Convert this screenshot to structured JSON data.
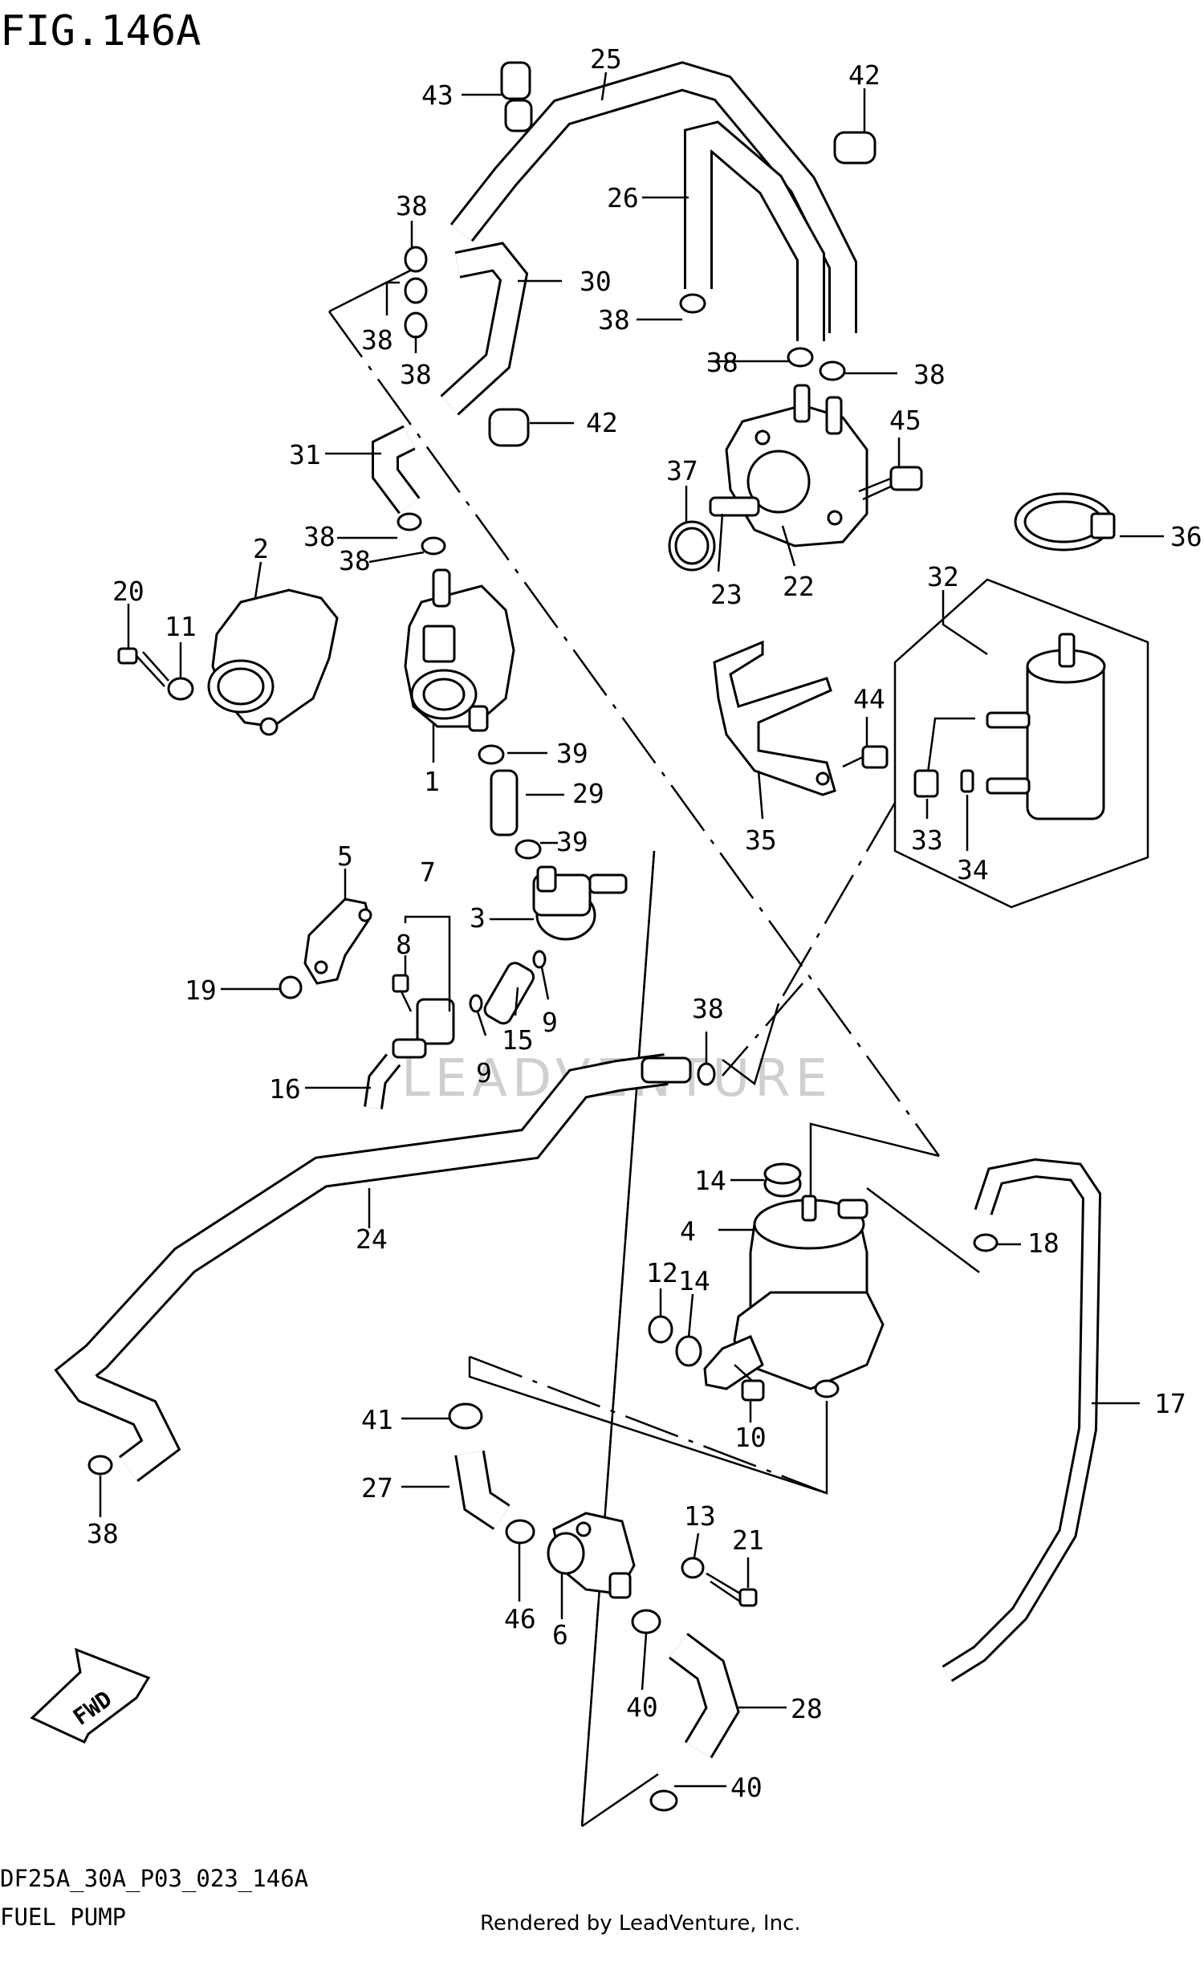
{
  "figure": {
    "title": "FIG.146A",
    "drawing_code": "DF25A_30A_P03_023_146A",
    "caption": "FUEL PUMP",
    "rendered_by": "Rendered by LeadVenture, Inc.",
    "watermark": "LEADVENTURE",
    "fwd_label": "FWD"
  },
  "callouts": [
    {
      "id": "c25",
      "text": "25"
    },
    {
      "id": "c43",
      "text": "43"
    },
    {
      "id": "c42a",
      "text": "42"
    },
    {
      "id": "c26",
      "text": "26"
    },
    {
      "id": "c38a",
      "text": "38"
    },
    {
      "id": "c30",
      "text": "30"
    },
    {
      "id": "c38b",
      "text": "38"
    },
    {
      "id": "c38c",
      "text": "38"
    },
    {
      "id": "c38d",
      "text": "38"
    },
    {
      "id": "c38e",
      "text": "38"
    },
    {
      "id": "c38f",
      "text": "38"
    },
    {
      "id": "c42b",
      "text": "42"
    },
    {
      "id": "c31",
      "text": "31"
    },
    {
      "id": "c45",
      "text": "45"
    },
    {
      "id": "c37",
      "text": "37"
    },
    {
      "id": "c36",
      "text": "36"
    },
    {
      "id": "c38g",
      "text": "38"
    },
    {
      "id": "c38h",
      "text": "38"
    },
    {
      "id": "c2",
      "text": "2"
    },
    {
      "id": "c20",
      "text": "20"
    },
    {
      "id": "c11",
      "text": "11"
    },
    {
      "id": "c23",
      "text": "23"
    },
    {
      "id": "c22",
      "text": "22"
    },
    {
      "id": "c32",
      "text": "32"
    },
    {
      "id": "c44",
      "text": "44"
    },
    {
      "id": "c1",
      "text": "1"
    },
    {
      "id": "c39a",
      "text": "39"
    },
    {
      "id": "c29",
      "text": "29"
    },
    {
      "id": "c35",
      "text": "35"
    },
    {
      "id": "c33",
      "text": "33"
    },
    {
      "id": "c34",
      "text": "34"
    },
    {
      "id": "c39b",
      "text": "39"
    },
    {
      "id": "c5",
      "text": "5"
    },
    {
      "id": "c7",
      "text": "7"
    },
    {
      "id": "c3",
      "text": "3"
    },
    {
      "id": "c8",
      "text": "8"
    },
    {
      "id": "c19",
      "text": "19"
    },
    {
      "id": "c9a",
      "text": "9"
    },
    {
      "id": "c15",
      "text": "15"
    },
    {
      "id": "c9b",
      "text": "9"
    },
    {
      "id": "c38i",
      "text": "38"
    },
    {
      "id": "c16",
      "text": "16"
    },
    {
      "id": "c14a",
      "text": "14"
    },
    {
      "id": "c4",
      "text": "4"
    },
    {
      "id": "c24",
      "text": "24"
    },
    {
      "id": "c18",
      "text": "18"
    },
    {
      "id": "c12",
      "text": "12"
    },
    {
      "id": "c14b",
      "text": "14"
    },
    {
      "id": "c17",
      "text": "17"
    },
    {
      "id": "c10",
      "text": "10"
    },
    {
      "id": "c41",
      "text": "41"
    },
    {
      "id": "c27",
      "text": "27"
    },
    {
      "id": "c38j",
      "text": "38"
    },
    {
      "id": "c13",
      "text": "13"
    },
    {
      "id": "c21",
      "text": "21"
    },
    {
      "id": "c46",
      "text": "46"
    },
    {
      "id": "c6",
      "text": "6"
    },
    {
      "id": "c40a",
      "text": "40"
    },
    {
      "id": "c28",
      "text": "28"
    },
    {
      "id": "c40b",
      "text": "40"
    }
  ]
}
